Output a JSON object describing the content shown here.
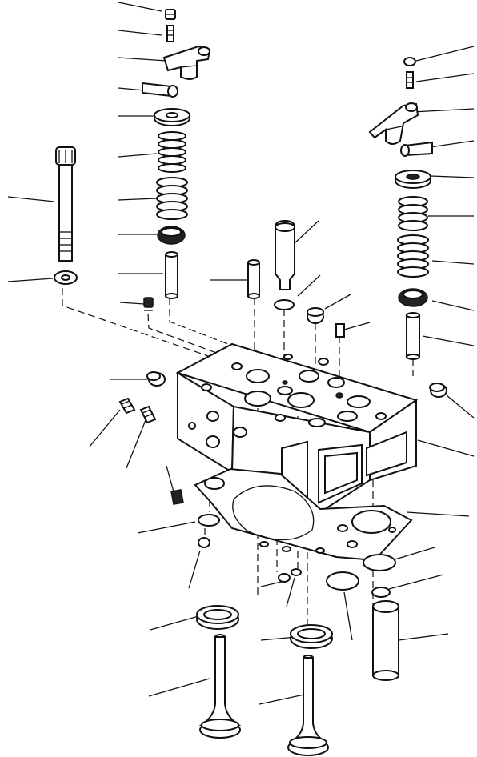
{
  "figure": {
    "kind": "exploded-parts-diagram",
    "colors": {
      "line": "#111111",
      "background": "#ffffff"
    },
    "parts": [
      {
        "name": "lock-nut-left"
      },
      {
        "name": "adjusting-screw-left"
      },
      {
        "name": "rocker-arm-left"
      },
      {
        "name": "rocker-shaft-left"
      },
      {
        "name": "spring-retainer-left"
      },
      {
        "name": "outer-valve-spring-left"
      },
      {
        "name": "inner-valve-spring-left"
      },
      {
        "name": "spring-seat-left"
      },
      {
        "name": "valve-guide-left"
      },
      {
        "name": "push-rod-guide"
      },
      {
        "name": "injector-sleeve"
      },
      {
        "name": "o-ring"
      },
      {
        "name": "cup-plug"
      },
      {
        "name": "dowel-pin"
      },
      {
        "name": "head-bolt"
      },
      {
        "name": "bolt-washer"
      },
      {
        "name": "lock-nut-right"
      },
      {
        "name": "adjusting-screw-right"
      },
      {
        "name": "rocker-arm-right"
      },
      {
        "name": "rocker-shaft-right"
      },
      {
        "name": "spring-retainer-right"
      },
      {
        "name": "valve-spring-right"
      },
      {
        "name": "spring-seat-right"
      },
      {
        "name": "valve-guide-right"
      },
      {
        "name": "expansion-plug"
      },
      {
        "name": "pipe-plugs"
      },
      {
        "name": "cylinder-head"
      },
      {
        "name": "head-gasket"
      },
      {
        "name": "seal-rings"
      },
      {
        "name": "water-tube"
      },
      {
        "name": "valve-seat-inserts"
      },
      {
        "name": "intake-valve"
      },
      {
        "name": "exhaust-valve"
      }
    ]
  }
}
